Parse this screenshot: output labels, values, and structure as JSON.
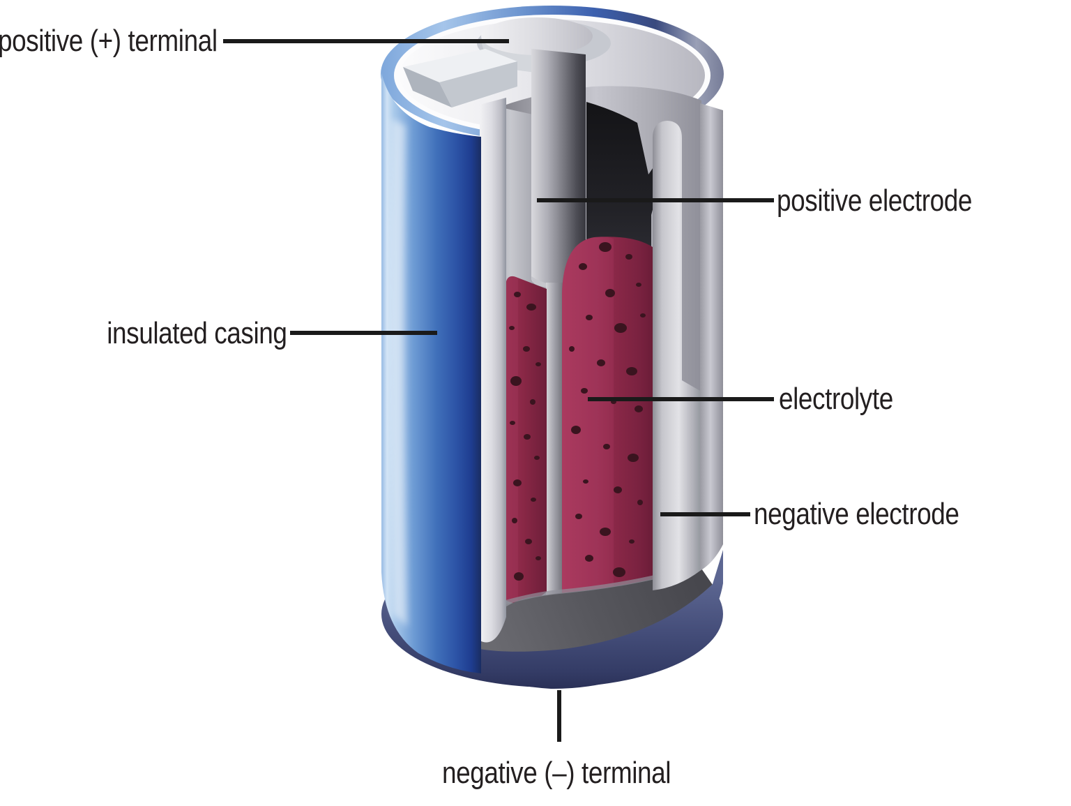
{
  "page": {
    "title": "Battery cross-section diagram",
    "background": "#ffffff"
  },
  "labels": {
    "positive_terminal": "positive (+) terminal",
    "insulated_casing": "insulated casing",
    "positive_electrode": "positive electrode",
    "electrolyte": "electrolyte",
    "negative_electrode": "negative electrode",
    "negative_terminal": "negative (–) terminal"
  },
  "colors": {
    "label_text": "#231f20",
    "leader_line": "#1a1a1a",
    "casing_blue_light": "#a9c9ea",
    "casing_blue": "#4070ba",
    "casing_blue_dark": "#1e3d90",
    "bottom_navy": "#454e7a",
    "cap_silver": "#d8d8de",
    "terminal_button_silver": "#e6e6ea",
    "electrode_rod_gray": "#8e8e96",
    "seal_black": "#202026",
    "electrolyte_red": "#932c4e",
    "electrolyte_spot": "#3a141f",
    "interior_floor_gray": "#55555b"
  }
}
